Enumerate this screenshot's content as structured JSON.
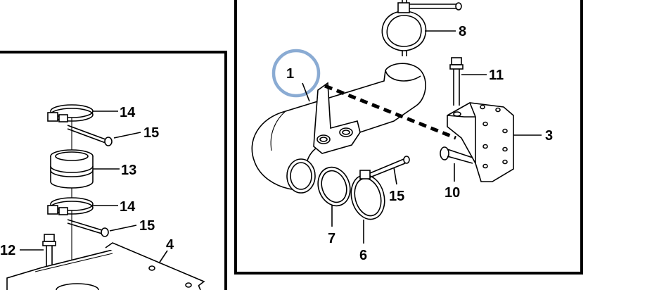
{
  "diagram": {
    "highlight_color": "#8aabd3",
    "left_panel": {
      "callouts": {
        "c14a": "14",
        "c15a": "15",
        "c13": "13",
        "c14b": "14",
        "c15b": "15",
        "c12": "12",
        "c4": "4"
      }
    },
    "right_panel": {
      "callouts": {
        "c8": "8",
        "c1": "1",
        "c11": "11",
        "c3": "3",
        "c15": "15",
        "c10": "10",
        "c7": "7",
        "c6": "6"
      }
    }
  }
}
